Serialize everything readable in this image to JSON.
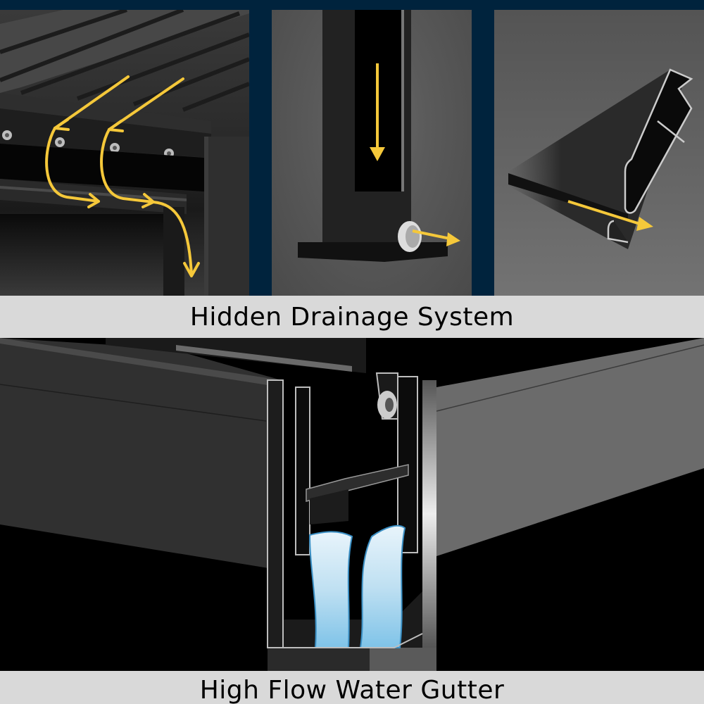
{
  "panels": [
    {
      "id": "roof-louver-drainage",
      "description": "Louvered roof with water flow arrows into hidden gutter",
      "arrow_count": 2
    },
    {
      "id": "post-downspout",
      "description": "Post with internal downspout and outlet",
      "arrow_count": 2
    },
    {
      "id": "gutter-profile",
      "description": "Extruded gutter profile cross-section",
      "arrow_count": 1
    }
  ],
  "captions": {
    "top": "Hidden Drainage System",
    "bottom": "High Flow Water Gutter"
  },
  "colors": {
    "frame": "#00233d",
    "caption_bg": "#d9d9d9",
    "caption_text": "#000000",
    "arrow": "#f5c83a",
    "water": "#4aa3d8"
  }
}
